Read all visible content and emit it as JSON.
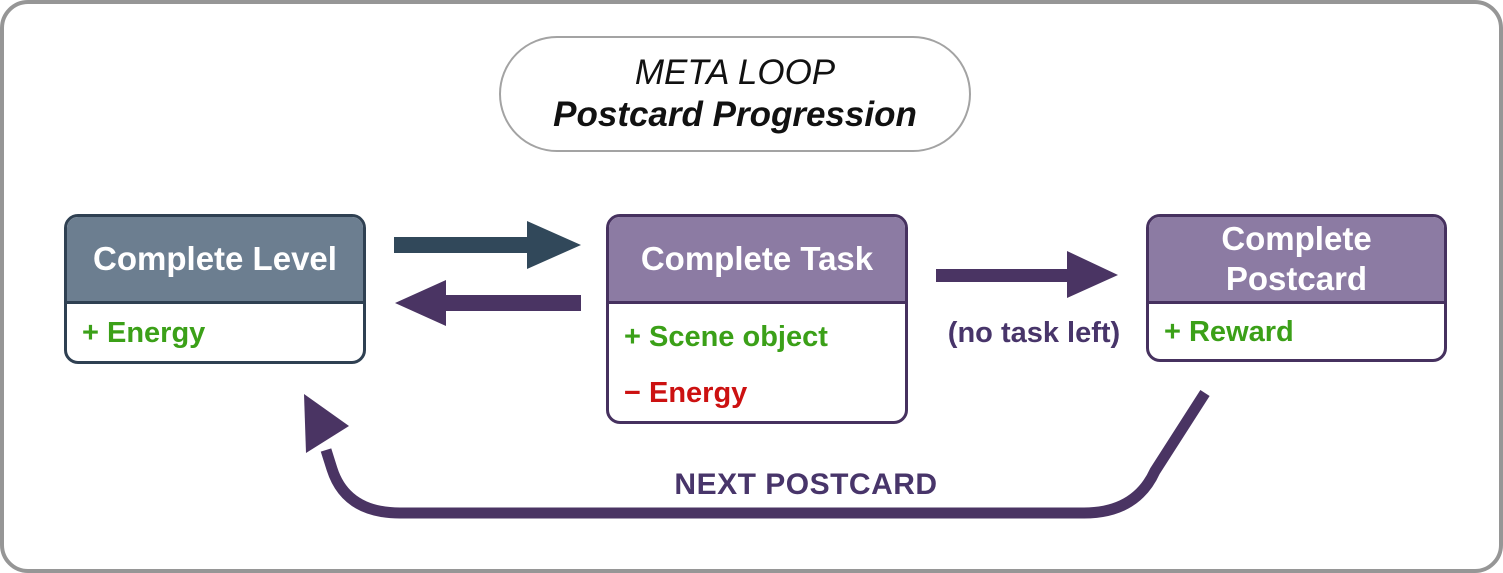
{
  "title": {
    "line1": "META LOOP",
    "line2": "Postcard Progression"
  },
  "nodes": [
    {
      "title": "Complete Level",
      "effects": [
        {
          "text": "+ Energy",
          "kind": "gain"
        }
      ]
    },
    {
      "title": "Complete Task",
      "effects": [
        {
          "text": "+ Scene object",
          "kind": "gain"
        },
        {
          "text": "− Energy",
          "kind": "cost"
        }
      ]
    },
    {
      "title": "Complete\nPostcard",
      "effects": [
        {
          "text": "+ Reward",
          "kind": "gain"
        }
      ]
    }
  ],
  "edge_labels": {
    "no_task_left": "(no task left)",
    "next_postcard": "NEXT POSTCARD"
  },
  "colors": {
    "slate_header": "#6c7e90",
    "slate_border": "#2f4052",
    "slate_arrow": "#31485a",
    "purple_header": "#8c7ba3",
    "purple_border": "#46315f",
    "purple_arrow": "#4a3463",
    "gain_green": "#3ba018",
    "cost_red": "#cc1111",
    "edge_label_purple": "#48356a",
    "frame_gray": "#969696"
  }
}
